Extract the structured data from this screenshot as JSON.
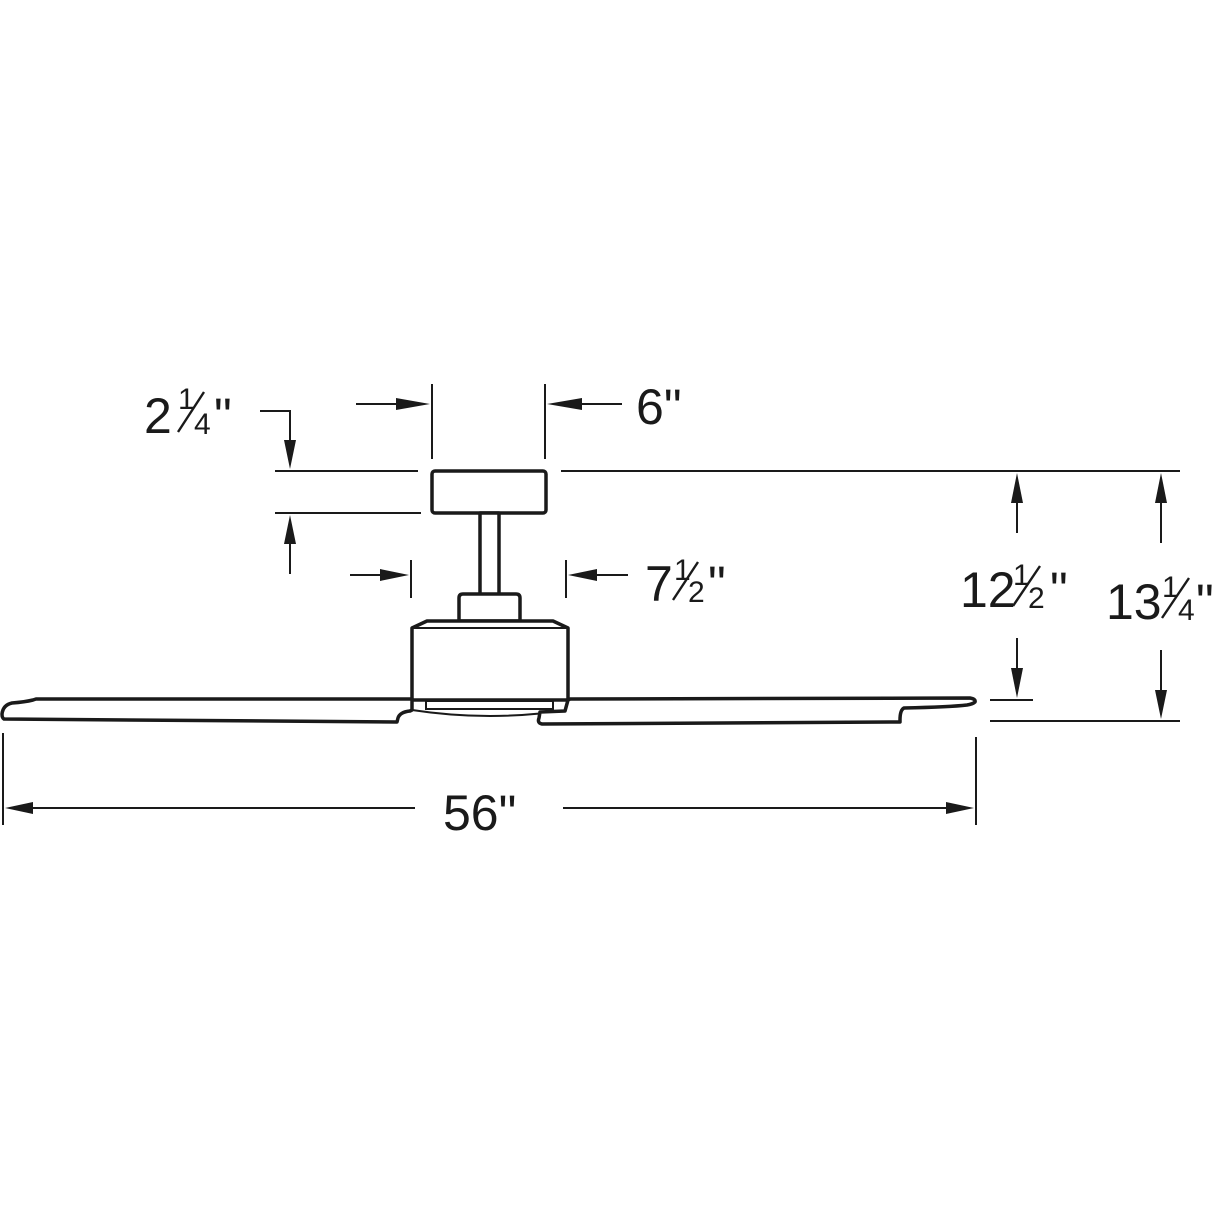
{
  "diagram": {
    "subject": "Ceiling fan dimension drawing (side elevation)",
    "colors": {
      "line": "#1a1a1a",
      "background": "#ffffff"
    },
    "dimensions": {
      "canopy_height": {
        "whole": "2",
        "num": "1",
        "den": "4",
        "unit": "\"",
        "label": "2¼\""
      },
      "canopy_width": {
        "whole": "6",
        "unit": "\"",
        "label": "6\""
      },
      "motor_width": {
        "whole": "7",
        "num": "1",
        "den": "2",
        "unit": "\"",
        "label": "7½\""
      },
      "ceiling_to_blade": {
        "whole": "12",
        "num": "1",
        "den": "2",
        "unit": "\"",
        "label": "12½\""
      },
      "overall_height": {
        "whole": "13",
        "num": "1",
        "den": "4",
        "unit": "\"",
        "label": "13¼\""
      },
      "blade_span": {
        "whole": "56",
        "unit": "\"",
        "label": "56\""
      }
    },
    "parts": [
      "canopy",
      "downrod",
      "motor-collar",
      "motor-housing",
      "light-kit",
      "blade-left",
      "blade-right"
    ]
  }
}
